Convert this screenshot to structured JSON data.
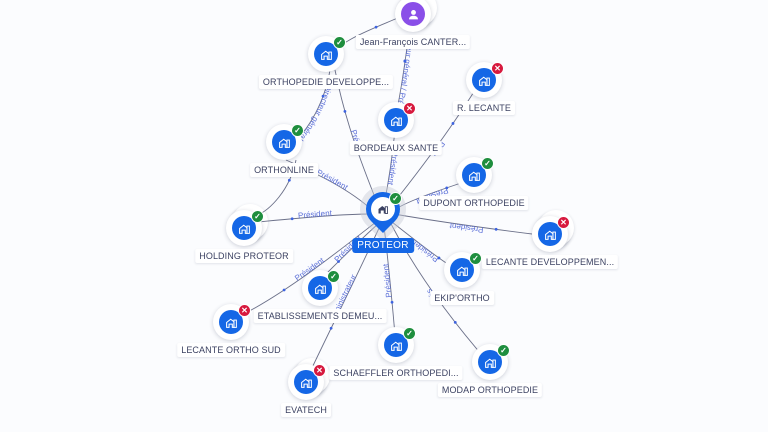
{
  "graph": {
    "colors": {
      "company": "#1567e6",
      "person": "#8a4fe8",
      "active": "#1e8e3e",
      "inactive": "#d7193e",
      "edge": "#6b7089",
      "edge_label": "#5b6fd8",
      "background": "#fbfcfe"
    },
    "center": {
      "id": "proteor",
      "label": "PROTEOR",
      "type": "company",
      "status": "active",
      "icon": "building-icon"
    },
    "nodes": [
      {
        "id": "jf-canter",
        "label": "Jean-François CANTER...",
        "type": "person",
        "status": null,
        "icon": "person-icon",
        "stacked": true
      },
      {
        "id": "ortho-dev",
        "label": "ORTHOPEDIE DEVELOPPE...",
        "type": "company",
        "status": "active",
        "icon": "building-icon",
        "stacked": false
      },
      {
        "id": "r-lecante",
        "label": "R. LECANTE",
        "type": "company",
        "status": "inactive",
        "icon": "building-icon",
        "stacked": false
      },
      {
        "id": "bordeaux-sante",
        "label": "BORDEAUX SANTE",
        "type": "company",
        "status": "inactive",
        "icon": "building-icon",
        "stacked": false
      },
      {
        "id": "orthonline",
        "label": "ORTHONLINE",
        "type": "company",
        "status": "active",
        "icon": "building-icon",
        "stacked": false
      },
      {
        "id": "dupont-ortho",
        "label": "DUPONT ORTHOPEDIE",
        "type": "company",
        "status": "active",
        "icon": "building-icon",
        "stacked": false
      },
      {
        "id": "holding-proteor",
        "label": "HOLDING PROTEOR",
        "type": "company",
        "status": "active",
        "icon": "building-icon",
        "stacked": true
      },
      {
        "id": "lecante-dev",
        "label": "LECANTE DEVELOPPEMEN...",
        "type": "company",
        "status": "inactive",
        "icon": "building-icon",
        "stacked": true
      },
      {
        "id": "ekip-ortho",
        "label": "EKIP'ORTHO",
        "type": "company",
        "status": "active",
        "icon": "building-icon",
        "stacked": false
      },
      {
        "id": "etab-demeu",
        "label": "ETABLISSEMENTS DEMEU...",
        "type": "company",
        "status": "active",
        "icon": "building-icon",
        "stacked": false
      },
      {
        "id": "lecante-sud",
        "label": "LECANTE ORTHO SUD",
        "type": "company",
        "status": "inactive",
        "icon": "building-icon",
        "stacked": false
      },
      {
        "id": "schaeffler",
        "label": "SCHAEFFLER ORTHOPEDI...",
        "type": "company",
        "status": "active",
        "icon": "building-icon",
        "stacked": false
      },
      {
        "id": "modap",
        "label": "MODAP ORTHOPEDIE",
        "type": "company",
        "status": "active",
        "icon": "building-icon",
        "stacked": false
      },
      {
        "id": "evatech",
        "label": "EVATECH",
        "type": "company",
        "status": "inactive",
        "icon": "building-icon",
        "stacked": true
      }
    ],
    "edges": [
      {
        "from": "jf-canter",
        "to": "ortho-dev",
        "label": ""
      },
      {
        "from": "jf-canter",
        "to": "bordeaux-sante",
        "label": "Directeur général / Président"
      },
      {
        "from": "ortho-dev",
        "to": "orthonline",
        "label": "Directeur général"
      },
      {
        "from": "ortho-dev",
        "to": "proteor",
        "label": "Prés"
      },
      {
        "from": "bordeaux-sante",
        "to": "proteor",
        "label": "Président"
      },
      {
        "from": "r-lecante",
        "to": "proteor",
        "label": "Prés"
      },
      {
        "from": "orthonline",
        "to": "proteor",
        "label": "Président"
      },
      {
        "from": "orthonline",
        "to": "holding-proteor",
        "label": ""
      },
      {
        "from": "dupont-ortho",
        "to": "proteor",
        "label": "Président"
      },
      {
        "from": "holding-proteor",
        "to": "proteor",
        "label": "Président"
      },
      {
        "from": "lecante-dev",
        "to": "proteor",
        "label": "Président"
      },
      {
        "from": "ekip-ortho",
        "to": "proteor",
        "label": "Président"
      },
      {
        "from": "modap",
        "to": "proteor",
        "label": "Prés"
      },
      {
        "from": "etab-demeu",
        "to": "proteor",
        "label": "Président"
      },
      {
        "from": "lecante-sud",
        "to": "proteor",
        "label": "Président"
      },
      {
        "from": "schaeffler",
        "to": "proteor",
        "label": "Président"
      },
      {
        "from": "evatech",
        "to": "proteor",
        "label": "Administrateur"
      }
    ]
  }
}
